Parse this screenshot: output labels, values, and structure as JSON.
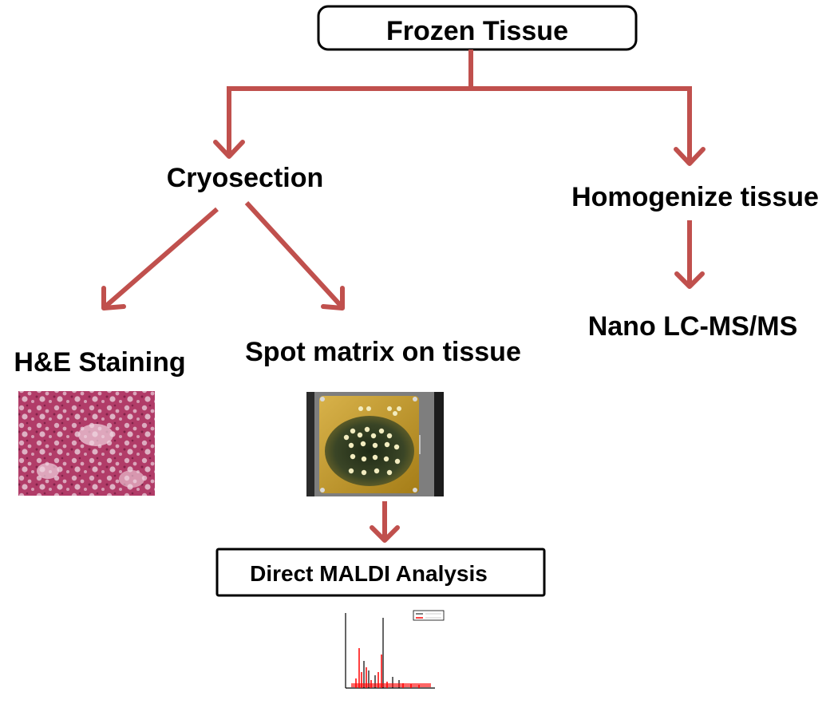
{
  "nodes": {
    "frozen_tissue": "Frozen Tissue",
    "cryosection": "Cryosection",
    "homogenize": "Homogenize tissue",
    "nano_lc": "Nano LC-MS/MS",
    "he_staining": "H&E Staining",
    "spot_matrix": "Spot matrix on tissue",
    "maldi": "Direct MALDI Analysis"
  },
  "colors": {
    "arrow": "#c0504d",
    "stain": "#b03a66",
    "tissue_dark": "#2f3a22",
    "plate_amber": "#c8a02a",
    "spectrum_red": "#ff0000"
  },
  "images": {
    "he_image": "he-stained-tissue-micrograph",
    "spot_image": "maldi-target-plate-photo",
    "spectrum_image": "mass-spectrum-plot"
  }
}
